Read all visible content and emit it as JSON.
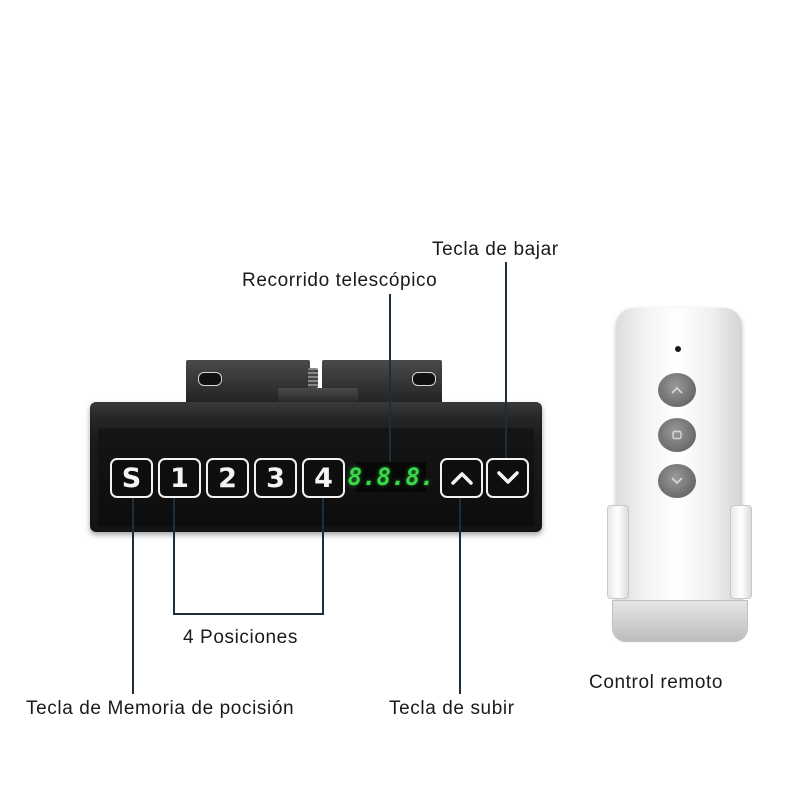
{
  "labels": {
    "bajar": "Tecla de bajar",
    "recorrido": "Recorrido telescópico",
    "posiciones": "4 Posiciones",
    "memoria": "Tecla de Memoria de pocisión",
    "subir": "Tecla de subir",
    "remoto": "Control remoto"
  },
  "keypad": {
    "keys": [
      "S",
      "1",
      "2",
      "3",
      "4"
    ],
    "display": "8.8.8.",
    "up_icon": "chevron-up-icon",
    "down_icon": "chevron-down-icon"
  },
  "remote": {
    "buttons": [
      "chevron-up-icon",
      "stop-icon",
      "chevron-down-icon"
    ]
  },
  "colors": {
    "display_green": "#39d94a",
    "wire": "#1b2e3e",
    "panel": "#1a1a1a"
  }
}
